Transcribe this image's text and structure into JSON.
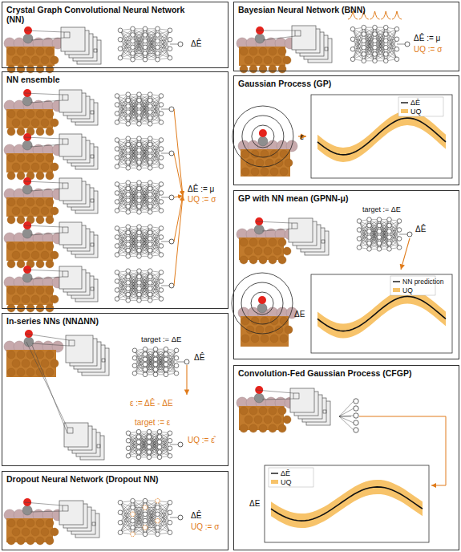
{
  "diagram": {
    "nodes": [
      {
        "text": [
          "Crystal Graph Convolutional Neural Network (NN)"
        ]
      },
      {
        "text": [
          "NN ensemble"
        ]
      },
      {
        "text": [
          "In-series NNs (NNΔNN)"
        ]
      },
      {
        "text": [
          "Dropout Neural Network (Dropout NN)"
        ]
      },
      {
        "text": [
          "Bayesian Neural Network (BNN)"
        ]
      },
      {
        "text": [
          "Gaussian Process (GP)"
        ]
      },
      {
        "text": [
          "GP with NN mean (GPNN-μ)"
        ]
      },
      {
        "text": [
          "Convolution-Fed Gaussian Process (CFGP)"
        ]
      }
    ],
    "labels": [
      "ΔÊ",
      "ΔÊ := μ",
      "UQ := σ",
      "target := ΔE",
      "ΔÊ",
      "ε := ΔÊ - ΔE",
      "target := ε",
      "UQ := ε̂",
      "ΔÊ",
      "UQ := σ",
      "ΔÊ := μ",
      "UQ := σ",
      "ΔÊ",
      "UQ",
      "ε",
      "target := ΔE",
      "ΔÊ",
      "NN prediction",
      "UQ",
      "ΔE",
      "ΔÊ",
      "UQ",
      "ΔE"
    ]
  }
}
